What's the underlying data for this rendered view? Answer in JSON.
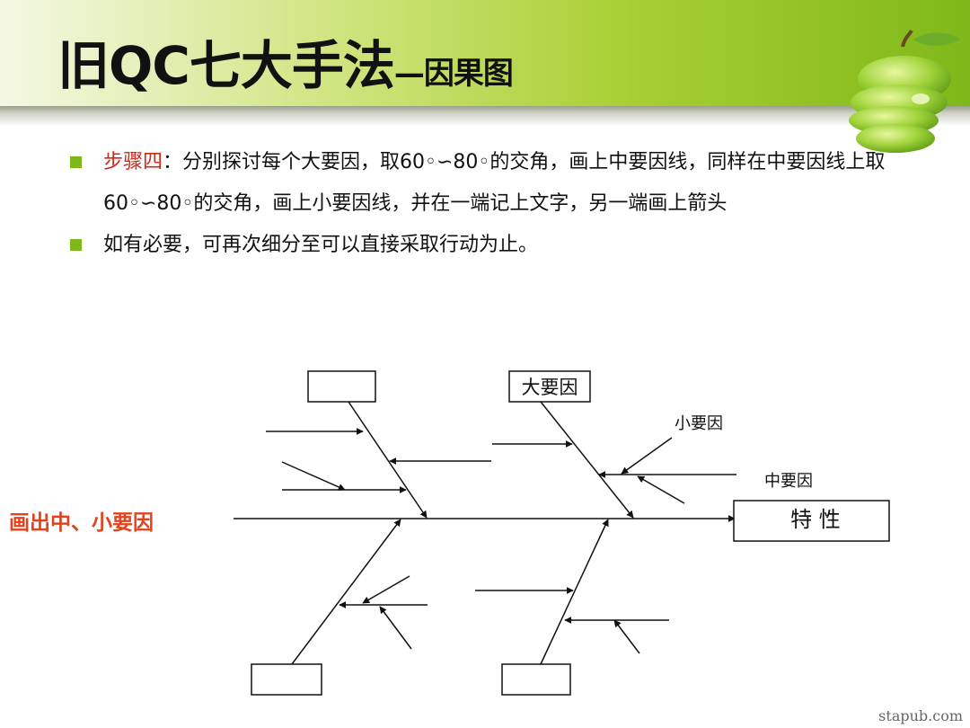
{
  "header": {
    "title_main": "旧QC七大手法",
    "title_sub": "—因果图"
  },
  "bullets": [
    {
      "highlight": "步骤四",
      "text": "：分别探讨每个大要因，取60◦∽80◦的交角，画上中要因线，同样在中要因线上取60◦∽80◦的交角，画上小要因线，并在一端记上文字，另一端画上箭头"
    },
    {
      "highlight": "",
      "text": "如有必要，可再次细分至可以直接采取行动为止。"
    }
  ],
  "side_label": "画出中、小要因",
  "diagram": {
    "top_right_box": "大要因",
    "effect_box": "特 性",
    "small_cause_label": "小要因",
    "medium_cause_label": "中要因"
  },
  "footer": {
    "watermark": "stapub.com"
  },
  "colors": {
    "accent_green": "#7fb81a",
    "highlight_red": "#cc2a1a",
    "side_label_orange": "#e0441e"
  }
}
